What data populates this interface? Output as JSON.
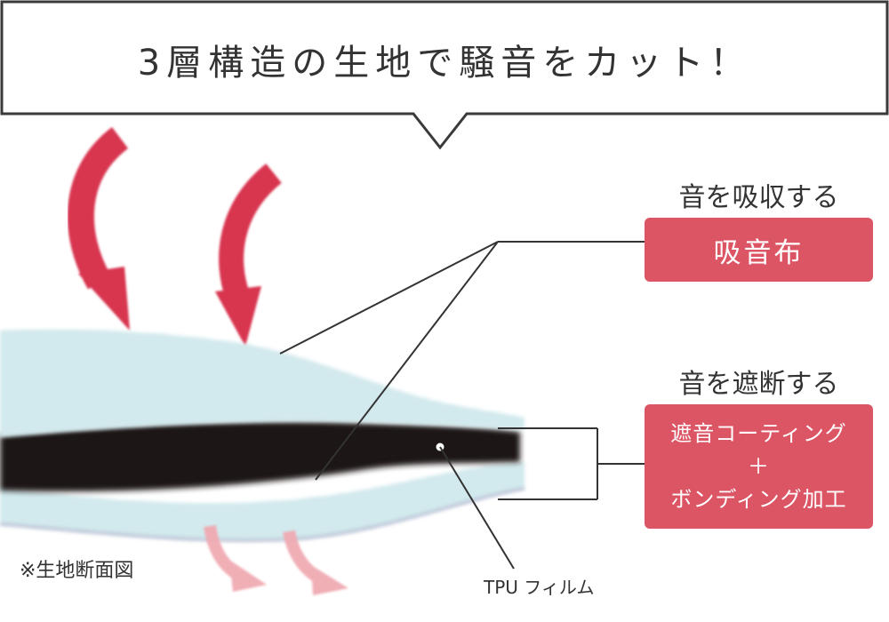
{
  "headline": "3層構造の生地で騒音をカット！",
  "absorb": {
    "heading": "音を吸収する",
    "box": "吸音布"
  },
  "block": {
    "heading": "音を遮断する",
    "box_line1": "遮音コーティング",
    "box_line2": "＋",
    "box_line3": "ボンディング加工"
  },
  "film_label": "TPU フィルム",
  "footnote": "※生地断面図",
  "colors": {
    "accent_box": "#dc5565",
    "arrow_red": "#d8344f",
    "arrow_pink": "#f0aab2",
    "fabric": "#d3eaee",
    "film": "#1c1412",
    "line": "#333333"
  },
  "icons": {
    "incoming_sound": "curved-arrow-down-icon",
    "passing_sound": "curved-arrow-light-icon"
  }
}
